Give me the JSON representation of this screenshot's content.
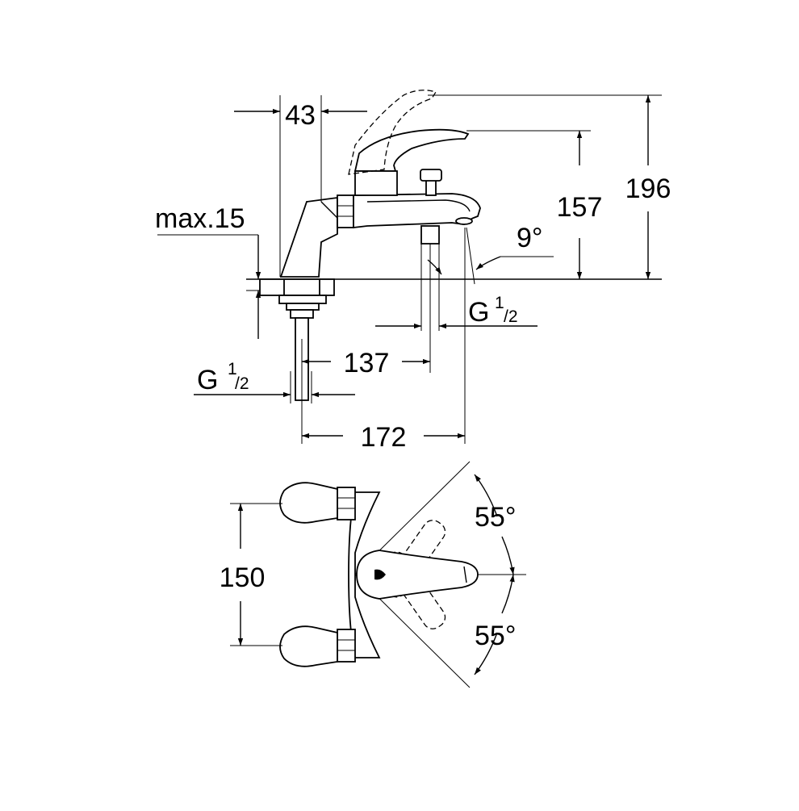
{
  "side_view": {
    "dim_43": "43",
    "dim_max15": "max.15",
    "dim_157": "157",
    "dim_196": "196",
    "angle_9": "9°",
    "g_right_prefix": "G",
    "g_right_num": "1",
    "g_right_den": "/2",
    "g_left_prefix": "G",
    "g_left_num": "1",
    "g_left_den": "/2",
    "dim_137": "137",
    "dim_172": "172"
  },
  "top_view": {
    "dim_150": "150",
    "angle_top": "55°",
    "angle_bottom": "55°"
  }
}
